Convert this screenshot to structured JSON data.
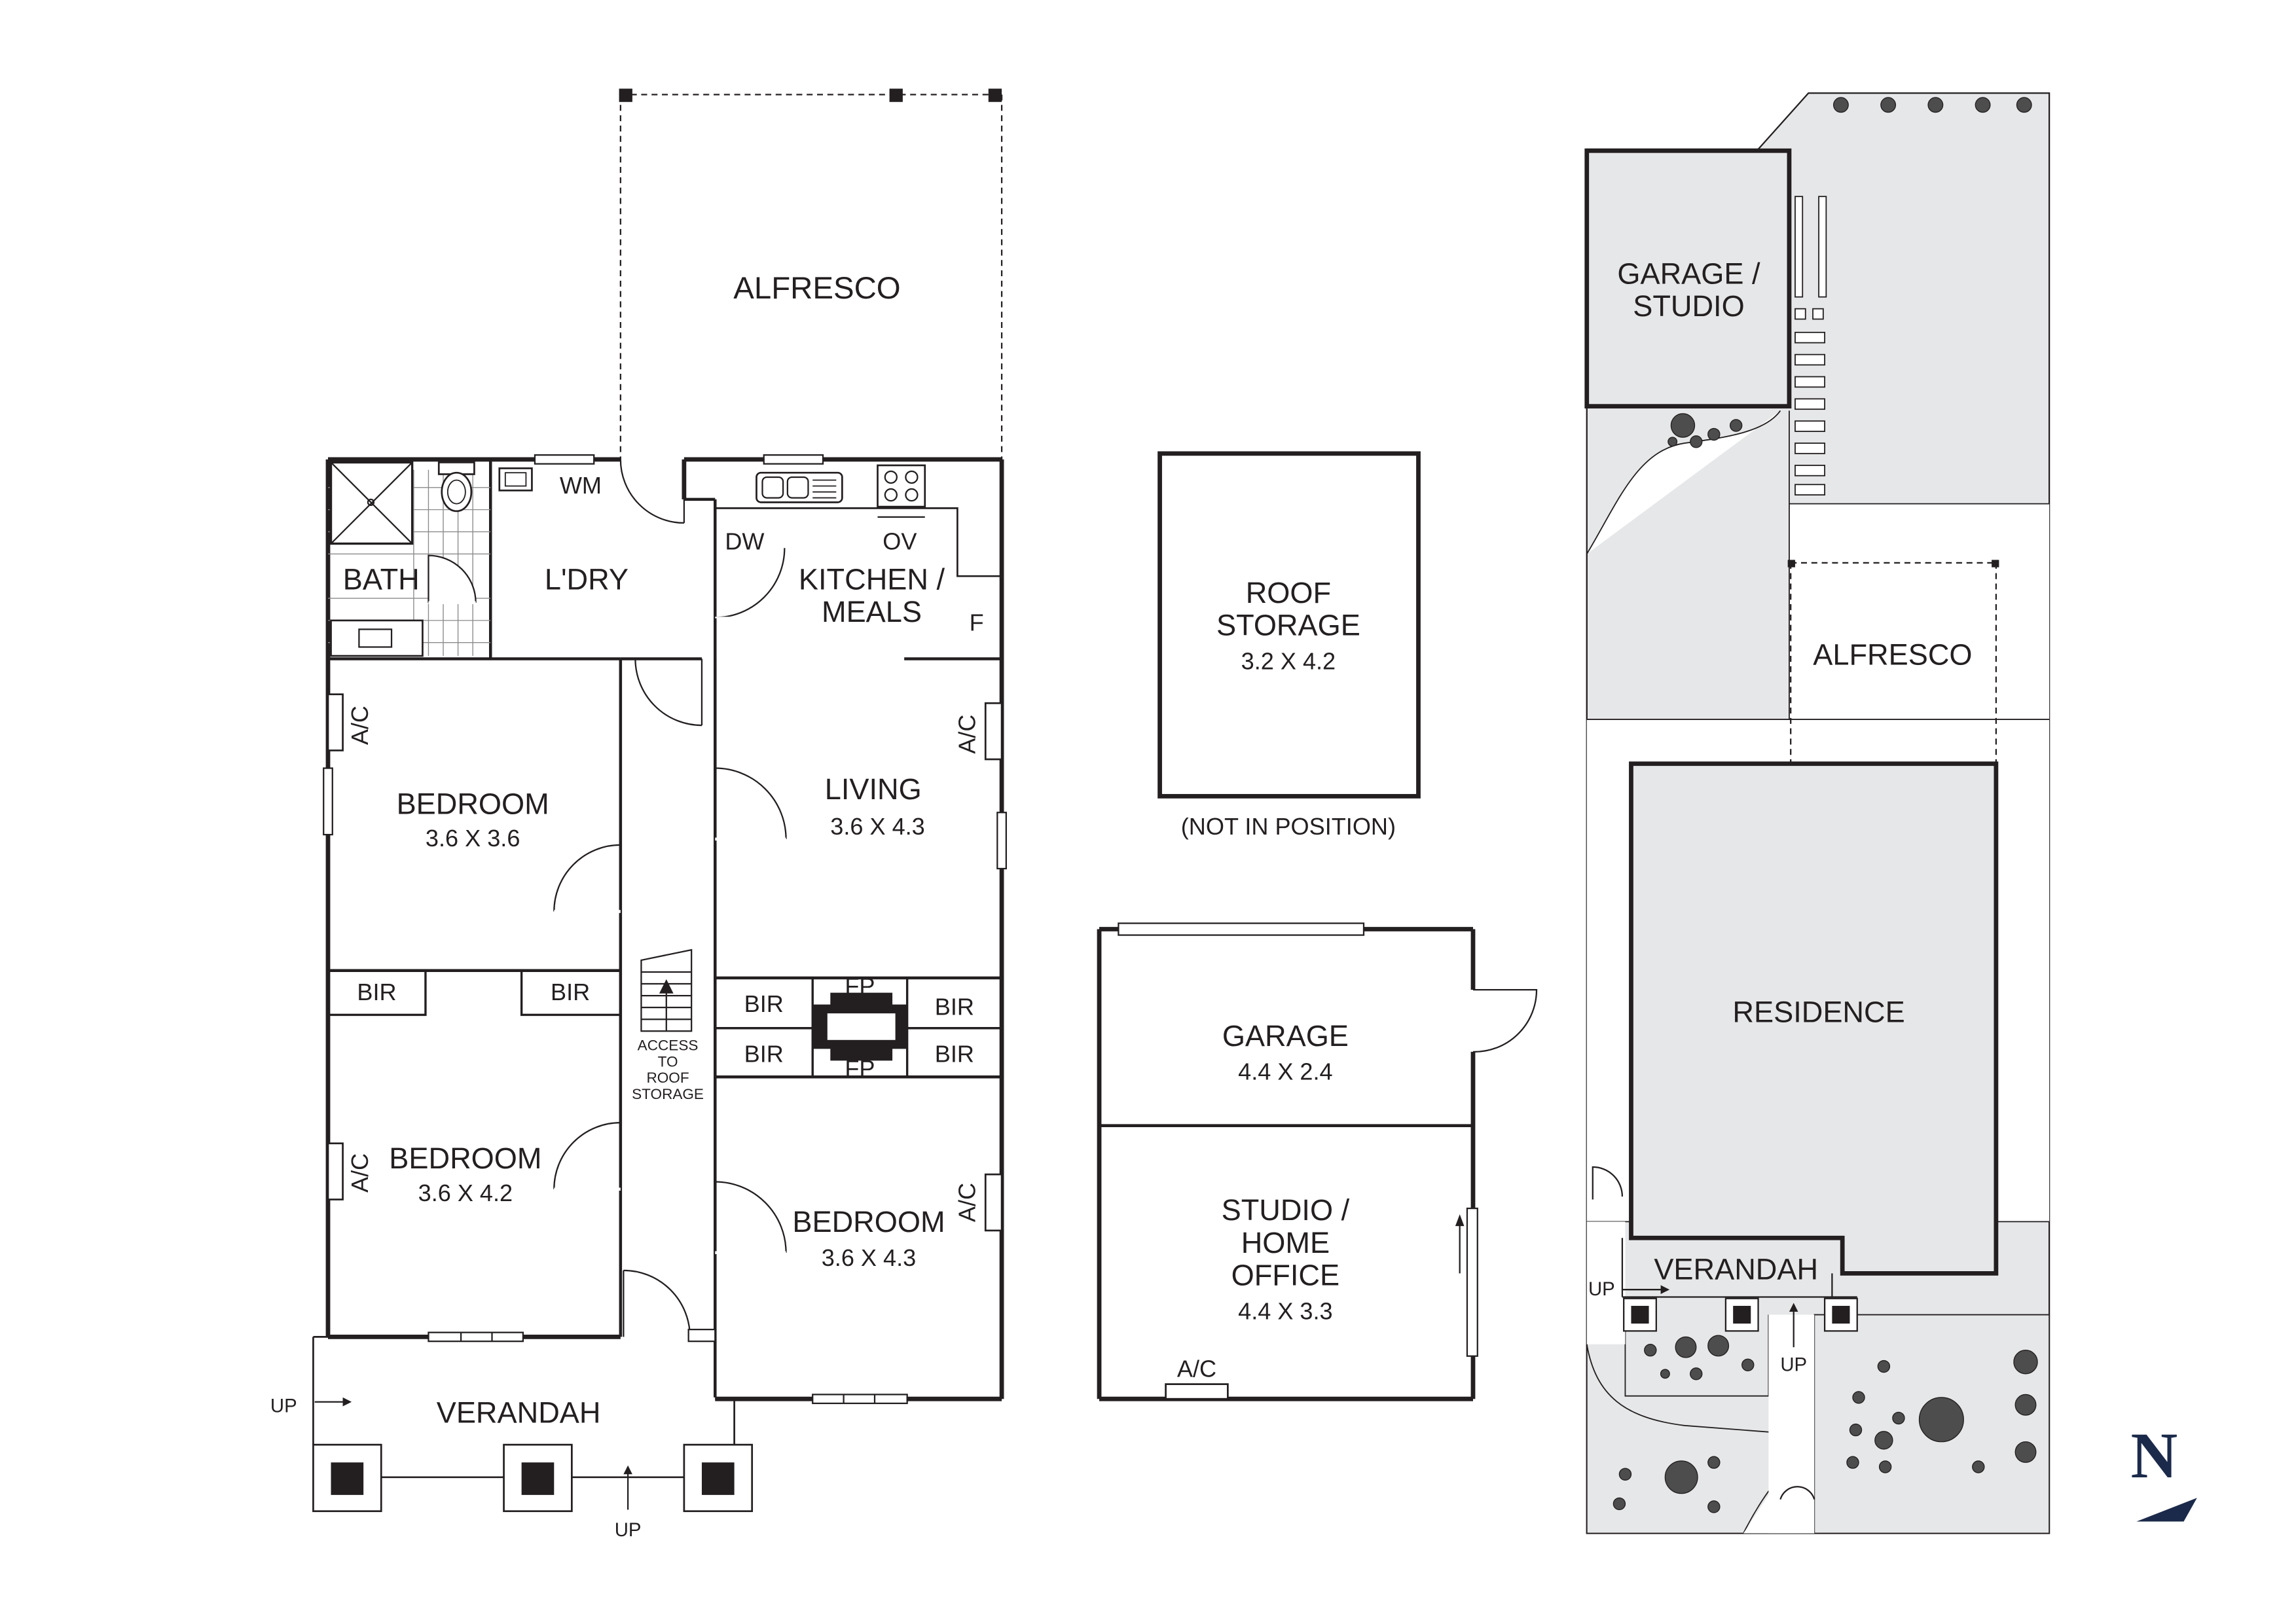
{
  "floor_plan": {
    "alfresco": "ALFRESCO",
    "bath": "BATH",
    "laundry": "L'DRY",
    "wm": "WM",
    "kitchen": {
      "line1": "KITCHEN /",
      "line2": "MEALS"
    },
    "dw": "DW",
    "ov": "OV",
    "fridge": "F",
    "ac": "A/C",
    "bir": "BIR",
    "fp": "FP",
    "living": {
      "name": "LIVING",
      "size": "3.6 X 4.3"
    },
    "bedroom1": {
      "name": "BEDROOM",
      "size": "3.6 X 3.6"
    },
    "bedroom2": {
      "name": "BEDROOM",
      "size": "3.6 X 4.2"
    },
    "bedroom3": {
      "name": "BEDROOM",
      "size": "3.6 X 4.3"
    },
    "roof_access": {
      "line1": "ACCESS",
      "line2": "TO",
      "line3": "ROOF",
      "line4": "STORAGE"
    },
    "verandah": "VERANDAH",
    "up": "UP"
  },
  "outbuildings": {
    "roof_storage": {
      "line1": "ROOF",
      "line2": "STORAGE",
      "size": "3.2 X 4.2",
      "note": "(NOT IN POSITION)"
    },
    "garage": {
      "name": "GARAGE",
      "size": "4.4 X 2.4"
    },
    "studio": {
      "line1": "STUDIO /",
      "line2": "HOME",
      "line3": "OFFICE",
      "size": "4.4 X 3.3"
    },
    "ac": "A/C"
  },
  "site_plan": {
    "garage_studio": {
      "line1": "GARAGE /",
      "line2": "STUDIO"
    },
    "alfresco": "ALFRESCO",
    "residence": "RESIDENCE",
    "verandah": "VERANDAH",
    "up": "UP"
  },
  "compass": {
    "letter": "N"
  },
  "colors": {
    "ink": "#231f20",
    "site_fill": "#e6e7e8",
    "compass": "#1b2a4a"
  }
}
